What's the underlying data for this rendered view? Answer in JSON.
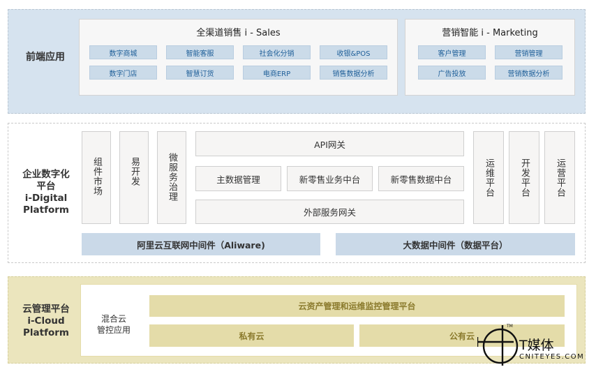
{
  "frontend": {
    "label": "前端应用",
    "sales": {
      "title": "全渠道销售 i - Sales",
      "items": [
        "数字商城",
        "智能客服",
        "社会化分销",
        "收银&POS",
        "数字门店",
        "智慧订货",
        "电商ERP",
        "销售数据分析"
      ]
    },
    "marketing": {
      "title": "营销智能 i - Marketing",
      "items": [
        "客户管理",
        "营销管理",
        "广告投放",
        "营销数据分析"
      ]
    }
  },
  "platform": {
    "label": "企业数字化平台 i-Digital Platform",
    "left_columns": [
      "组件市场",
      "易开发",
      "微服务治理"
    ],
    "api_gateway": "API网关",
    "middle_boxes": [
      "主数据管理",
      "新零售业务中台",
      "新零售数据中台"
    ],
    "external_gateway": "外部服务网关",
    "right_columns": [
      "运维平台",
      "开发平台",
      "运营平台"
    ],
    "bottom_bars": [
      "阿里云互联网中间件（Aliware)",
      "大数据中间件（数据平台）"
    ]
  },
  "cloud": {
    "label": "云管理平台 i-Cloud Platform",
    "hybrid_label": "混合云管控应用",
    "top_bar": "云资产管理和运维监控管理平台",
    "private_cloud": "私有云",
    "public_cloud": "公有云"
  },
  "watermark": {
    "brand": "T媒体",
    "site": "CNITEYES.COM",
    "tm": "TM"
  }
}
